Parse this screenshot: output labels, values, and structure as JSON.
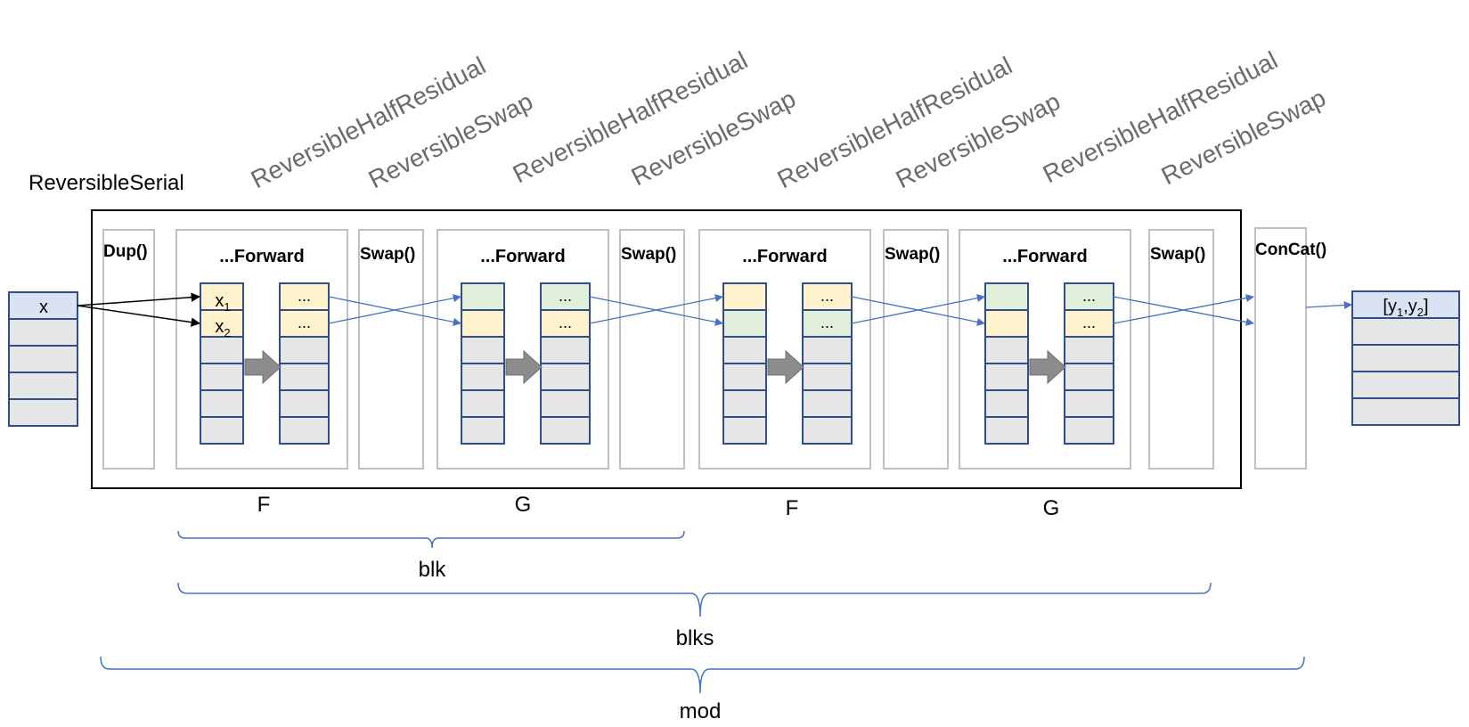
{
  "diagram": {
    "container_label": "ReversibleSerial",
    "layer_labels": [
      "ReversibleHalfResidual",
      "ReversibleSwap",
      "ReversibleHalfResidual",
      "ReversibleSwap",
      "ReversibleHalfResidual",
      "ReversibleSwap",
      "ReversibleHalfResidual",
      "ReversibleSwap"
    ],
    "dup_label": "Dup()",
    "forward_labels": [
      "...Forward",
      "...Forward",
      "...Forward",
      "...Forward"
    ],
    "swap_labels": [
      "Swap()",
      "Swap()",
      "Swap()",
      "Swap()"
    ],
    "concat_label": "ConCat()",
    "input": {
      "x": "x"
    },
    "first_block_inputs": {
      "x1_base": "x",
      "x1_sub": "1",
      "x2_base": "x",
      "x2_sub": "2"
    },
    "ellipsis": "...",
    "output": {
      "open": "[y",
      "sub1": "1",
      "comma": ",y",
      "sub2": "2",
      "close": "]"
    },
    "function_labels": [
      "F",
      "G",
      "F",
      "G"
    ],
    "braces": {
      "blk": "blk",
      "blks": "blks",
      "mod": "mod"
    },
    "colors": {
      "cell_border": "#2f4f8a",
      "cell_fill": "#e6e6e6",
      "input_top_fill": "#dae3f3",
      "yellow": "#fff2cc",
      "green": "#e2efda",
      "panel_border": "#c0c0c0",
      "arrow_blue": "#4472c4",
      "brace_blue": "#4472c4",
      "gray_arrow": "#8c8c8c",
      "label_gray": "#6b6b6b"
    },
    "top_colors": [
      [
        "yellow",
        "yellow"
      ],
      [
        "green",
        "yellow"
      ],
      [
        "yellow",
        "green"
      ],
      [
        "green",
        "yellow"
      ]
    ]
  }
}
